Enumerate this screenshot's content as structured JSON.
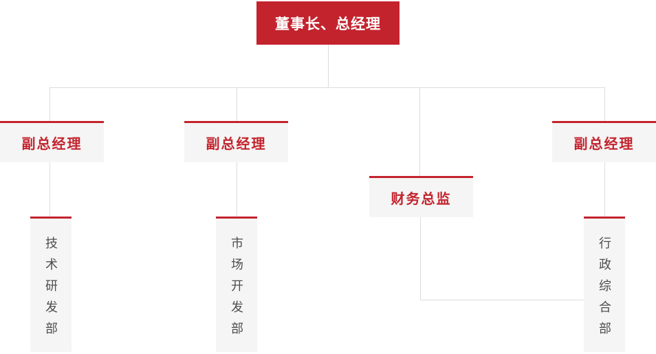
{
  "org_chart": {
    "root": {
      "label": "董事长、总经理"
    },
    "managers": [
      {
        "label": "副总经理"
      },
      {
        "label": "副总经理"
      },
      {
        "label": "财务总监"
      },
      {
        "label": "副总经理"
      }
    ],
    "departments": [
      {
        "label": "技术研发部"
      },
      {
        "label": "市场开发部"
      },
      {
        "label": "行政综合部"
      }
    ],
    "colors": {
      "primary_red": "#c3232d",
      "node_background": "#f5f5f5",
      "connector_line": "#dcdcdc",
      "department_text": "#4d4d4d",
      "root_text": "#ffffff"
    }
  }
}
